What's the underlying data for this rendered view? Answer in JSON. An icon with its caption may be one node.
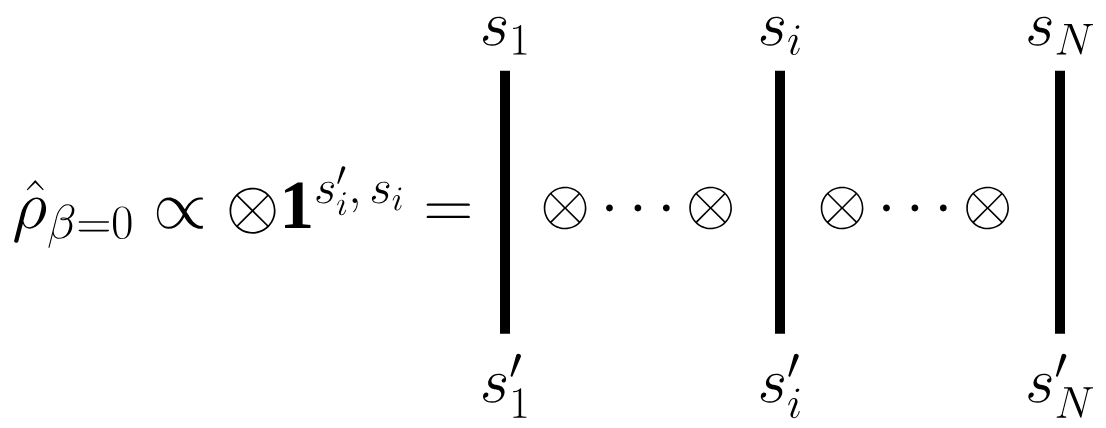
{
  "diagram": {
    "nodes": [
      {
        "text": [
          "s_1"
        ]
      },
      {
        "text": [
          "s_i"
        ]
      },
      {
        "text": [
          "s_N"
        ]
      },
      {
        "text": [
          "s_1'"
        ]
      },
      {
        "text": [
          "s_i'"
        ]
      },
      {
        "text": [
          "s_N'"
        ]
      }
    ],
    "edges": [
      {
        "from": 0,
        "to": 3,
        "arrow": "none"
      },
      {
        "from": 1,
        "to": 4,
        "arrow": "none"
      },
      {
        "from": 2,
        "to": 5,
        "arrow": "none"
      }
    ],
    "labels": [
      "\\hat{\\rho}_{\\beta=0} \\propto \\otimes \\mathbf{1}^{s_i',\\, s_i} =",
      "\\otimes \\cdots \\otimes",
      "\\otimes \\cdots \\otimes"
    ]
  }
}
